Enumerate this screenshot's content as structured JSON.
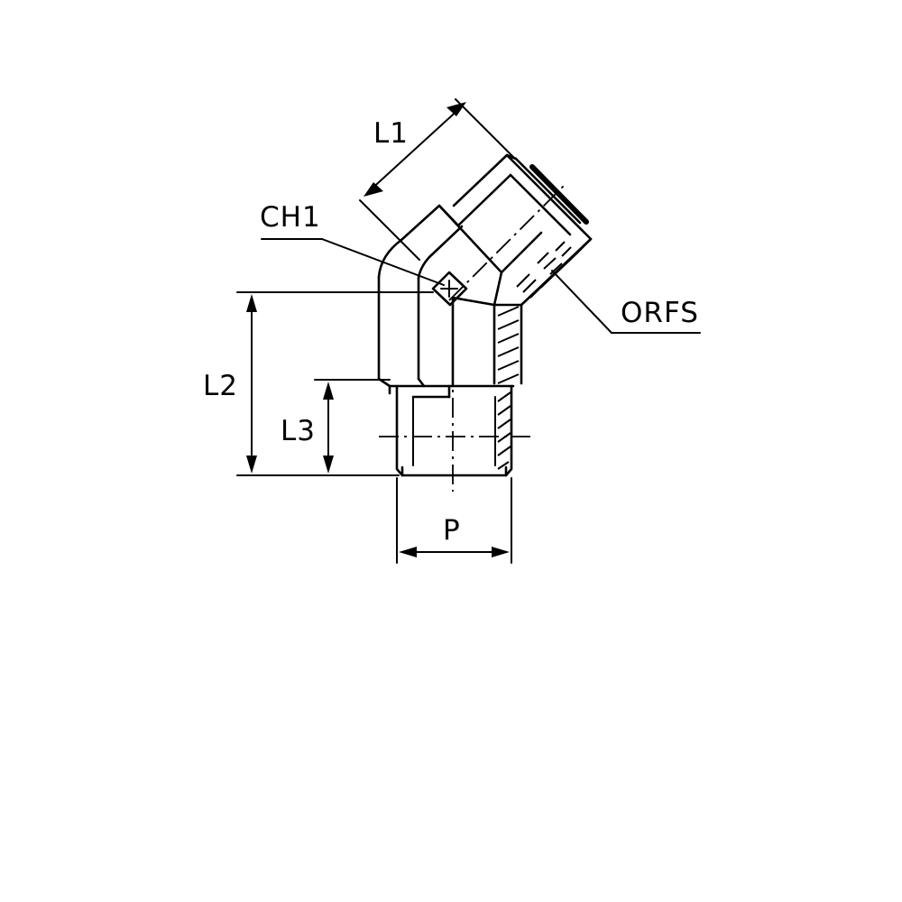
{
  "labels": {
    "l1": "L1",
    "ch1": "CH1",
    "orfs": "ORFS",
    "l2": "L2",
    "l3": "L3",
    "p": "P"
  }
}
